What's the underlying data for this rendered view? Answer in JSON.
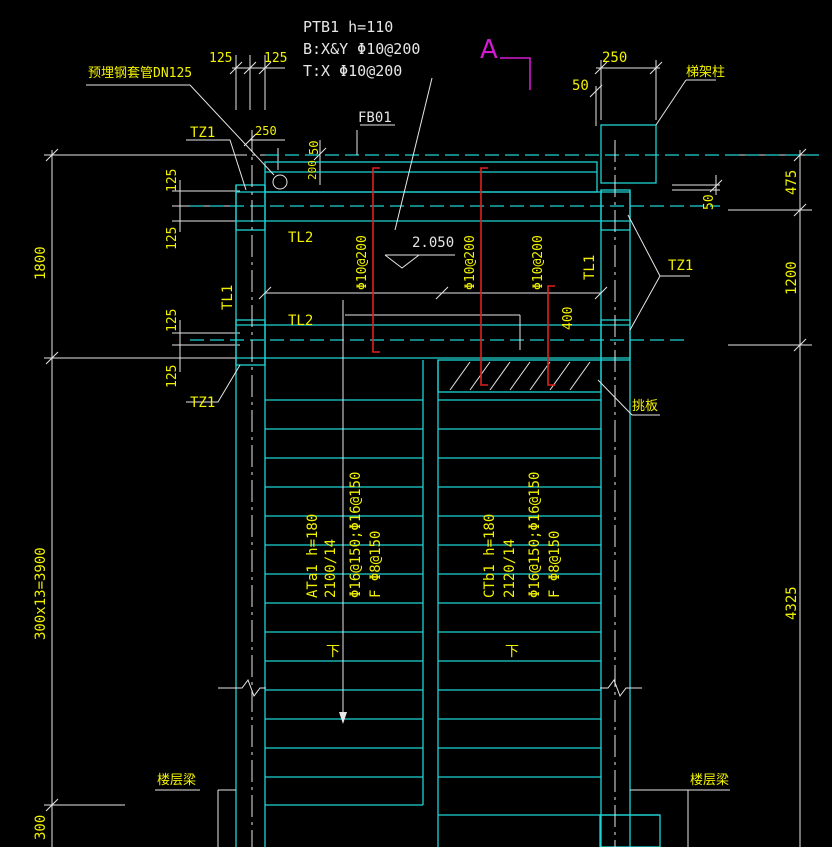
{
  "slab_note": {
    "line1": "PTB1  h=110",
    "line2": "B:X&Y Φ10@200",
    "line3": "T:X Φ10@200"
  },
  "section_mark": "A",
  "top_dims": {
    "d125a": "125",
    "d125b": "125",
    "d250_top": "250",
    "d250_left": "250",
    "d50_top": "50",
    "d50_small": "50",
    "d200": "200",
    "d50_right": "50"
  },
  "sleeve_label": "预埋钢套管DN125",
  "column_label": "梯架柱",
  "fb_label": "FB01",
  "tz1": "TZ1",
  "tl1": "TL1",
  "tl2": "TL2",
  "level": "2.050",
  "rebar_label": "Φ10@200",
  "d400": "400",
  "board_label": "挑板",
  "flight_a": {
    "name": "ATa1  h=180",
    "size": "2100/14",
    "rebar": "Φ16@150;Φ16@150",
    "dist": "F Φ8@150"
  },
  "flight_c": {
    "name": "CTb1  h=180",
    "size": "2120/14",
    "rebar": "Φ16@150;Φ16@150",
    "dist": "F Φ8@150"
  },
  "down_label": "下",
  "floor_beam": "楼层梁",
  "left_dims": {
    "d1800": "1800",
    "d125": "125",
    "d3900": "300x13=3900",
    "d300": "300"
  },
  "right_dims": {
    "d475": "475",
    "d1200": "1200",
    "d4325": "4325"
  }
}
